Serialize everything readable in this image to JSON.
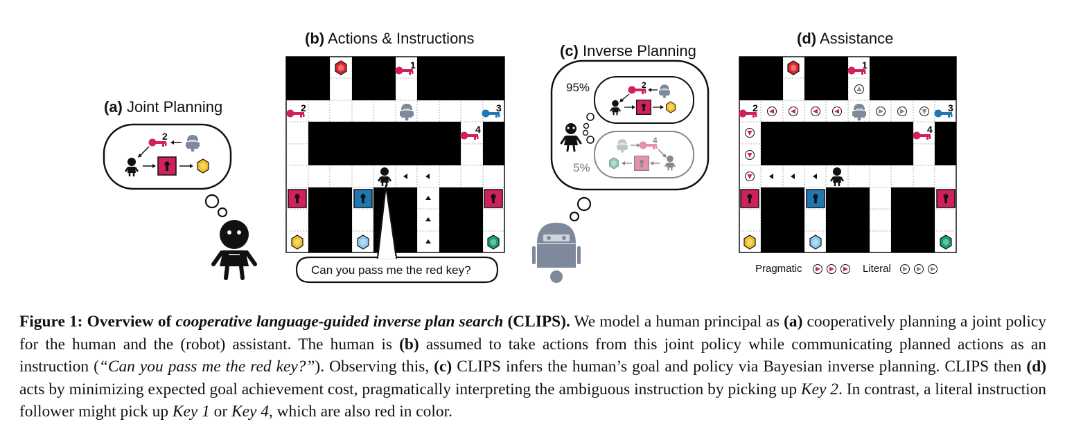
{
  "figure": {
    "panel_a": {
      "letter": "(a)",
      "title": "Joint Planning"
    },
    "panel_b": {
      "letter": "(b)",
      "title": "Actions & Instructions"
    },
    "panel_c": {
      "letter": "(c)",
      "title": "Inverse Planning"
    },
    "panel_d": {
      "letter": "(d)",
      "title": "Assistance"
    },
    "speech": "Can you pass me the red key?",
    "inverse": {
      "prob_top": "95%",
      "prob_bottom": "5%"
    },
    "key_numbers": {
      "k1": "1",
      "k2": "2",
      "k3": "3",
      "k4": "4"
    },
    "legend": {
      "pragmatic": "Pragmatic",
      "literal": "Literal"
    }
  },
  "caption": {
    "label": "Figure 1: Overview of ",
    "label_italic": "cooperative language-guided inverse plan search",
    "label_end": " (CLIPS).",
    "s1": " We model a human principal as ",
    "a": "(a)",
    "s2": " cooperatively planning a joint policy for the human and the (robot) assistant. The human is ",
    "b": "(b)",
    "s3": " assumed to take actions from this joint policy while communicating planned actions as an instruction (",
    "quote": "“Can you pass me the red key?”",
    "s4": "). Observing this, ",
    "c": "(c)",
    "s5": " CLIPS infers the human’s goal and policy via Bayesian inverse planning. CLIPS then ",
    "d": "(d)",
    "s6": " acts by minimizing expected goal achievement cost, pragmatically interpreting the ambiguous instruction by picking up ",
    "key2": "Key 2",
    "s7": ". In contrast, a literal instruction follower might pick up ",
    "key1": "Key 1",
    "s8": " or ",
    "key4": "Key 4",
    "s9": ", which are also red in color."
  },
  "colors": {
    "red": "#d0215a",
    "blue": "#1f78b4",
    "yellow": "#f2c01e",
    "green": "#1a9e75",
    "robot": "#7e8a9b",
    "gem_red": "#e0252c"
  }
}
